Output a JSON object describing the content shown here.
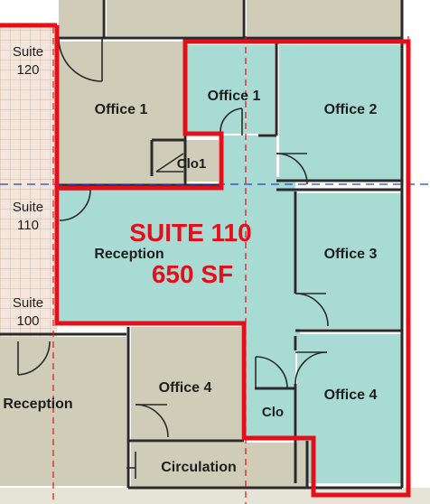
{
  "colors": {
    "teal_room": "#a9dbd5",
    "grey_room": "#cfcdb8",
    "suite_outline": "#e3101a",
    "title_text": "#e3101a",
    "wall": "#2a2a2a",
    "tile_fill": "#f3e6dc",
    "tile_grid": "#d9b8a6",
    "dashed_line": "#1f3fd6"
  },
  "plan": {
    "title": "SUITE 110",
    "area": "650 SF",
    "rooms": {
      "office1_grey": "Office 1",
      "office1_teal": "Office 1",
      "office2": "Office 2",
      "office3": "Office 3",
      "office4_teal": "Office 4",
      "office4_grey": "Office 4",
      "clo1": "Clo1",
      "clo": "Clo",
      "reception_main": "Reception",
      "reception_lower": "Reception",
      "circulation": "Circulation"
    },
    "suites": {
      "s120": {
        "line1": "Suite",
        "line2": "120"
      },
      "s110": {
        "line1": "Suite",
        "line2": "110"
      },
      "s100": {
        "line1": "Suite",
        "line2": "100"
      }
    }
  }
}
